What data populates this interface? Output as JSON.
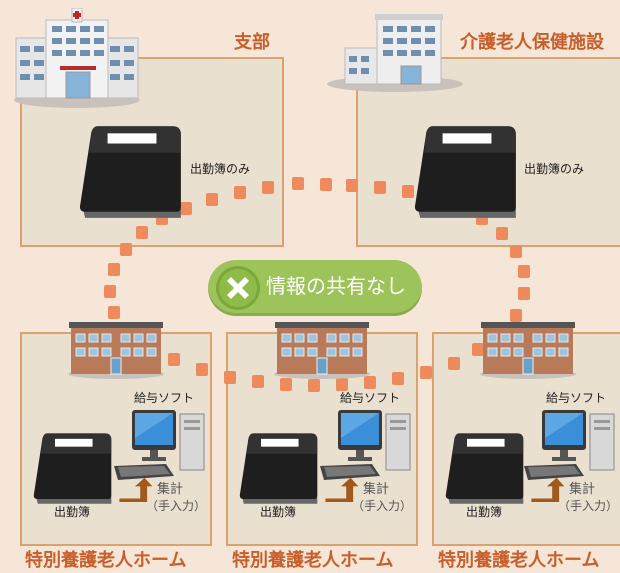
{
  "nodes": {
    "branch": {
      "title": "支部",
      "book_label": "出勤簿のみ"
    },
    "care": {
      "title": "介護老人保健施設",
      "book_label": "出勤簿のみ"
    },
    "homes": [
      {
        "title": "特別養護老人ホーム",
        "software": "給与ソフト",
        "book_label": "出勤簿",
        "tally": "集計",
        "tally_note": "（手入力）"
      },
      {
        "title": "特別養護老人ホーム",
        "software": "給与ソフト",
        "book_label": "出勤簿",
        "tally": "集計",
        "tally_note": "（手入力）"
      },
      {
        "title": "特別養護老人ホーム",
        "software": "給与ソフト",
        "book_label": "出勤簿",
        "tally": "集計",
        "tally_note": "（手入力）"
      }
    ]
  },
  "status": {
    "label": "情報の共有なし",
    "icon": "x-icon",
    "color": "#9dc35b"
  },
  "colors": {
    "accent": "#c85f2a",
    "border": "#d9a270",
    "dashes": "#ee8a5c"
  }
}
